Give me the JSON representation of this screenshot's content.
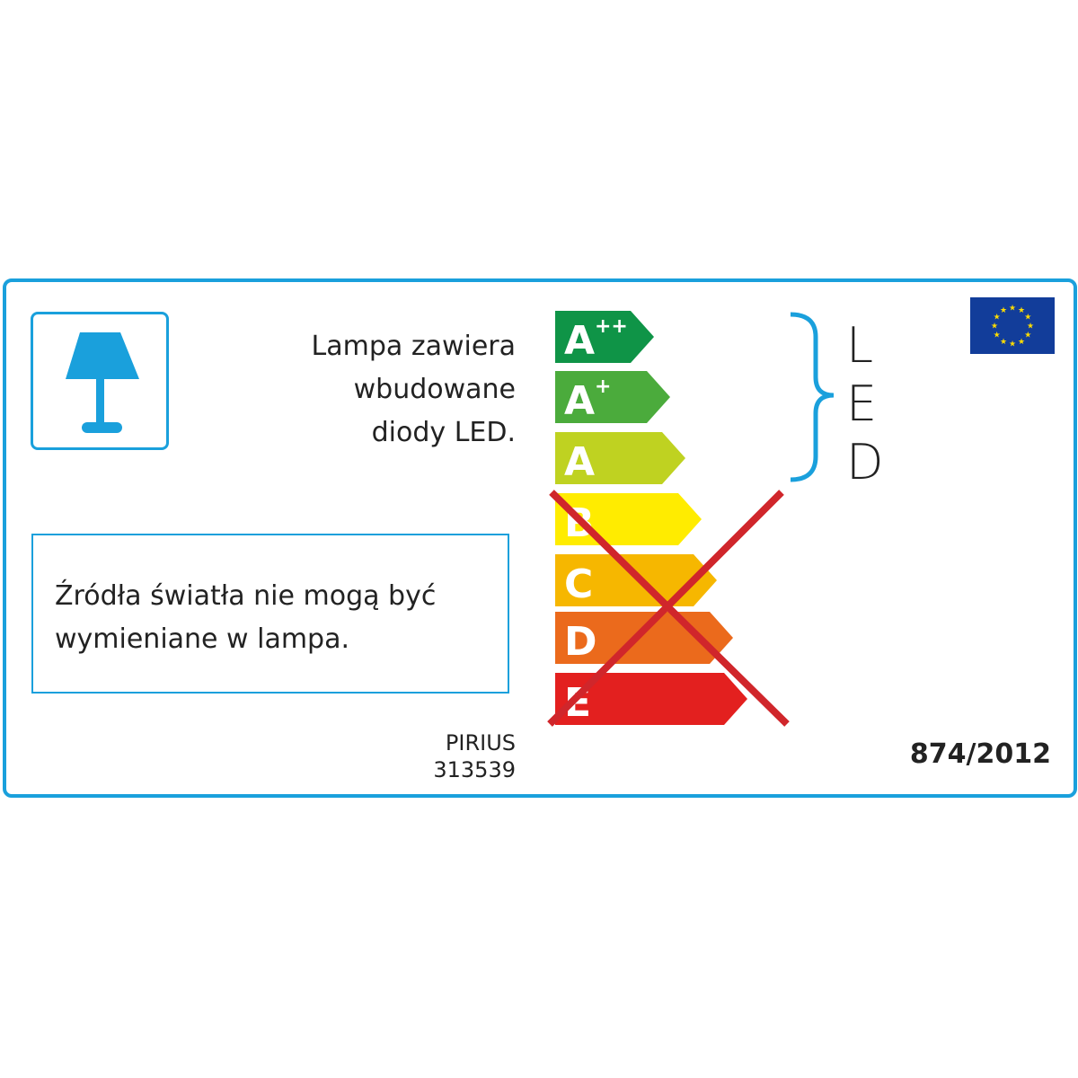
{
  "led_notice": [
    "Lampa zawiera",
    "wbudowane",
    "diody LED."
  ],
  "replace_notice": [
    "Źródła światła nie mogą być",
    "wymieniane w lampa."
  ],
  "model": {
    "name": "PIRIUS",
    "code": "313539"
  },
  "regulation": "874/2012",
  "led_label": [
    "L",
    "E",
    "D"
  ],
  "energy_classes": [
    {
      "letter": "A",
      "sup": "++",
      "color": "#0f9447",
      "included": true
    },
    {
      "letter": "A",
      "sup": "+",
      "color": "#4bab3c",
      "included": true
    },
    {
      "letter": "A",
      "sup": "",
      "color": "#bfd221",
      "included": true
    },
    {
      "letter": "B",
      "sup": "",
      "color": "#ffec00",
      "included": false
    },
    {
      "letter": "C",
      "sup": "",
      "color": "#f6b700",
      "included": false
    },
    {
      "letter": "D",
      "sup": "",
      "color": "#eb6a1c",
      "included": false
    },
    {
      "letter": "E",
      "sup": "",
      "color": "#e3201f",
      "included": false
    }
  ],
  "colors": {
    "frame": "#1aa0dc",
    "cross": "#d0262b",
    "eu_blue": "#123d9a",
    "eu_star": "#ffdd00"
  },
  "icons": [
    "table-lamp-icon",
    "eu-flag-icon",
    "brace-icon",
    "cross-out-icon"
  ]
}
